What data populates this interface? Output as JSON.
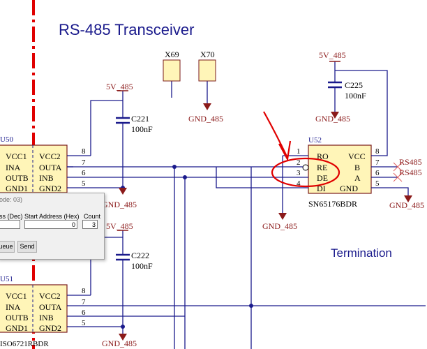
{
  "colors": {
    "wire": "#1a1a8c",
    "label": "#8b1a1a",
    "title": "#1a1a8c",
    "chip_fill": "#fff5b8",
    "chip_border": "#7a1a1a",
    "centerline": "#e00000",
    "annotation": "#e00000"
  },
  "title": "RS-485 Transceiver",
  "termination": "Termination",
  "chips": {
    "u50": {
      "ref": "U50",
      "left_pins": [
        "VCC1",
        "INA",
        "OUTB",
        "GND1"
      ],
      "right_pins": [
        "VCC2",
        "OUTA",
        "INB",
        "GND2"
      ],
      "pin_numbers": [
        "8",
        "7",
        "6",
        "5"
      ]
    },
    "u51": {
      "ref": "U51",
      "part": "ISO6721RBDR",
      "left_pins": [
        "VCC1",
        "INA",
        "OUTB",
        "GND1"
      ],
      "right_pins": [
        "VCC2",
        "OUTA",
        "INB",
        "GND2"
      ],
      "pin_numbers": [
        "8",
        "7",
        "6",
        "5"
      ]
    },
    "u52": {
      "ref": "U52",
      "part": "SN65176BDR",
      "left_pins": [
        "RO",
        "RE",
        "DE",
        "DI"
      ],
      "right_pins": [
        "VCC",
        "B",
        "A",
        "GND"
      ],
      "left_numbers": [
        "1",
        "2",
        "3",
        "4"
      ],
      "right_numbers": [
        "8",
        "7",
        "6",
        "5"
      ]
    }
  },
  "testpoints": {
    "x69": "X69",
    "x70": "X70"
  },
  "caps": {
    "c221": {
      "ref": "C221",
      "value": "100nF"
    },
    "c222": {
      "ref": "C222",
      "value": "100nF"
    },
    "c225": {
      "ref": "C225",
      "value": "100nF"
    }
  },
  "power": {
    "v5": "5V_485",
    "gnd": "GND_485"
  },
  "nets": {
    "rs485a": "RS485",
    "rs485b": "RS485"
  },
  "dialog": {
    "title": "ode: 03)",
    "col1": "ss (Dec)",
    "col2": "Start Address (Hex)",
    "col3": "Count",
    "start_address": "0",
    "count": "3",
    "queue_button": "ueue",
    "send_button": "Send"
  }
}
